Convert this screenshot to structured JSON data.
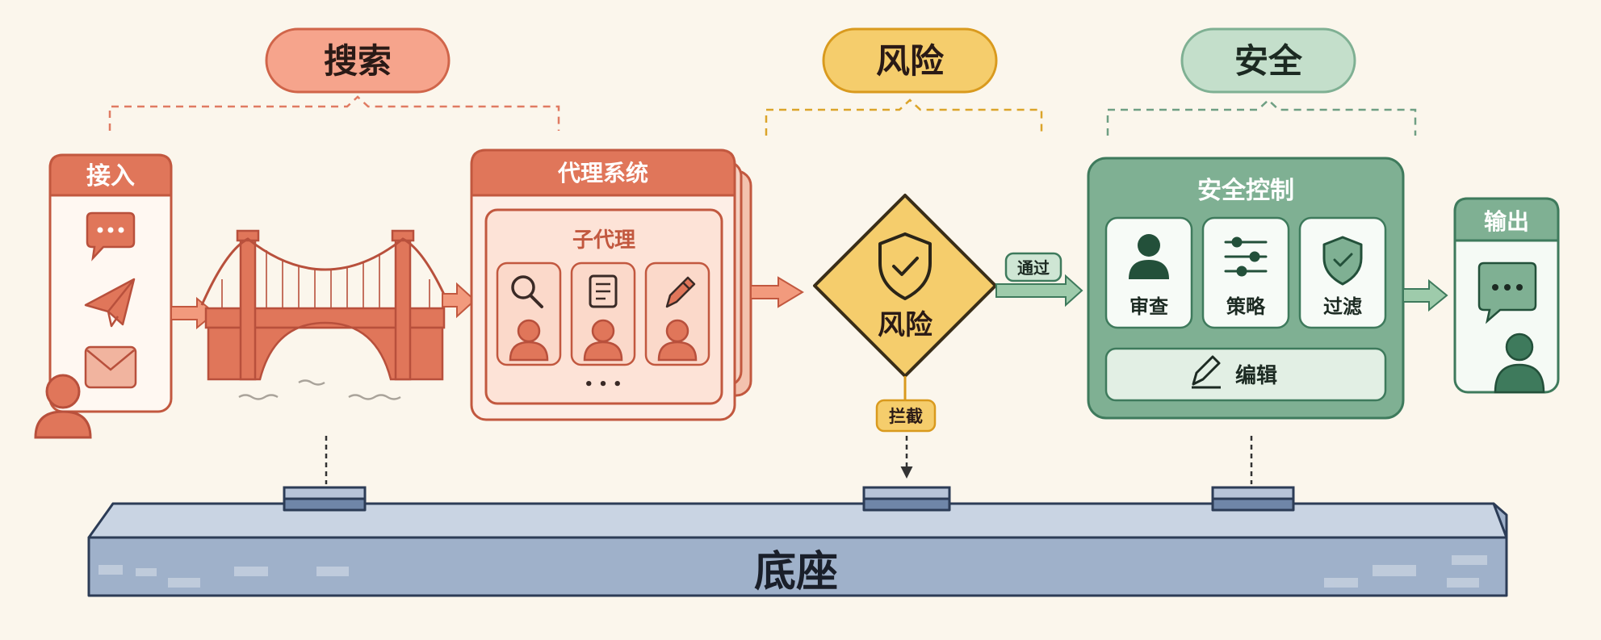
{
  "categories": {
    "search": "搜索",
    "risk": "风险",
    "safety": "安全"
  },
  "access": {
    "title": "接入"
  },
  "agent_system": {
    "title": "代理系统",
    "sub_title": "子代理",
    "more": "• • •"
  },
  "risk_gate": {
    "label": "风险",
    "pass_label": "通过",
    "block_label": "拦截"
  },
  "security": {
    "title": "安全控制",
    "cards": [
      "审查",
      "策略",
      "过滤"
    ],
    "edit_label": "编辑"
  },
  "output": {
    "title": "输出"
  },
  "base": {
    "label": "底座"
  },
  "colors": {
    "coral": "#e0765a",
    "coral_dark": "#b8503c",
    "coral_bg": "#fdeee6",
    "yellow": "#f5cd6c",
    "yellow_dark": "#d99a1e",
    "green": "#7fb093",
    "green_dark": "#3e7a5c",
    "green_bg": "#e2efe4",
    "base": "#b3c1d6",
    "base_dark": "#2c3c56",
    "background": "#fbf6ec"
  }
}
